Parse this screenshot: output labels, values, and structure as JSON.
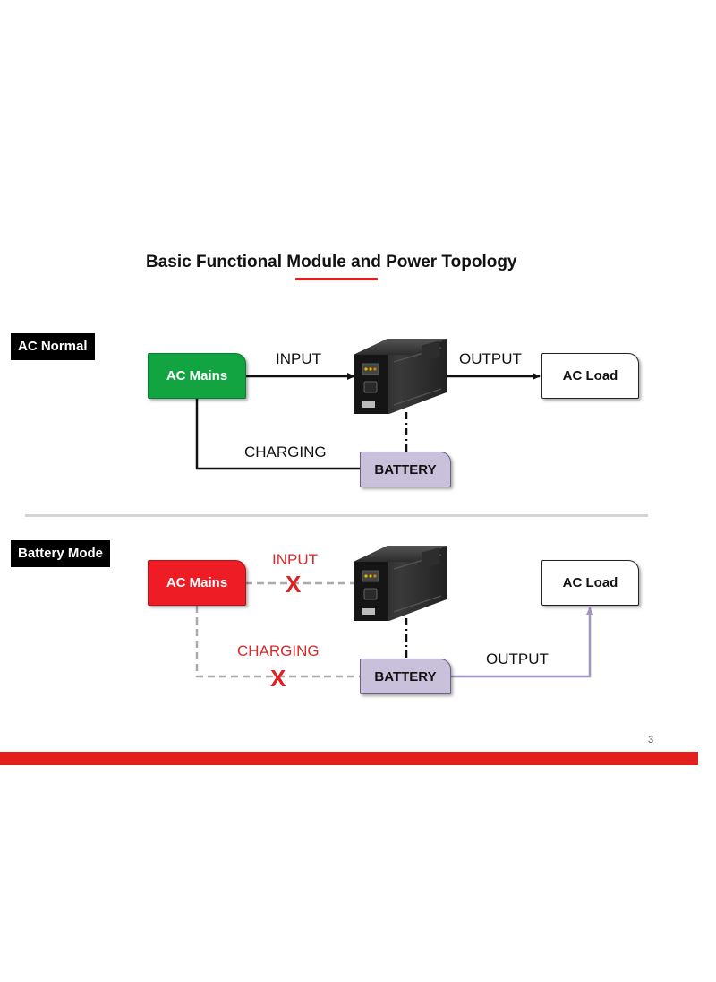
{
  "title": "Basic Functional Module and Power Topology",
  "page_number": "3",
  "colors": {
    "accent_red": "#e3201c",
    "mains_green": "#13a442",
    "mains_red": "#ee1c24",
    "battery_lavender": "#c9c0dc",
    "battery_output_line": "#a294c0"
  },
  "sections": {
    "ac_normal": {
      "label": "AC Normal",
      "ac_mains": "AC Mains",
      "ac_load": "AC Load",
      "battery": "BATTERY",
      "input": "INPUT",
      "output": "OUTPUT",
      "charging": "CHARGING"
    },
    "battery_mode": {
      "label": "Battery Mode",
      "ac_mains": "AC Mains",
      "ac_load": "AC Load",
      "battery": "BATTERY",
      "input": "INPUT",
      "output": "OUTPUT",
      "charging": "CHARGING",
      "cross_mark": "X"
    }
  },
  "ups_icon": "ups-device-icon"
}
